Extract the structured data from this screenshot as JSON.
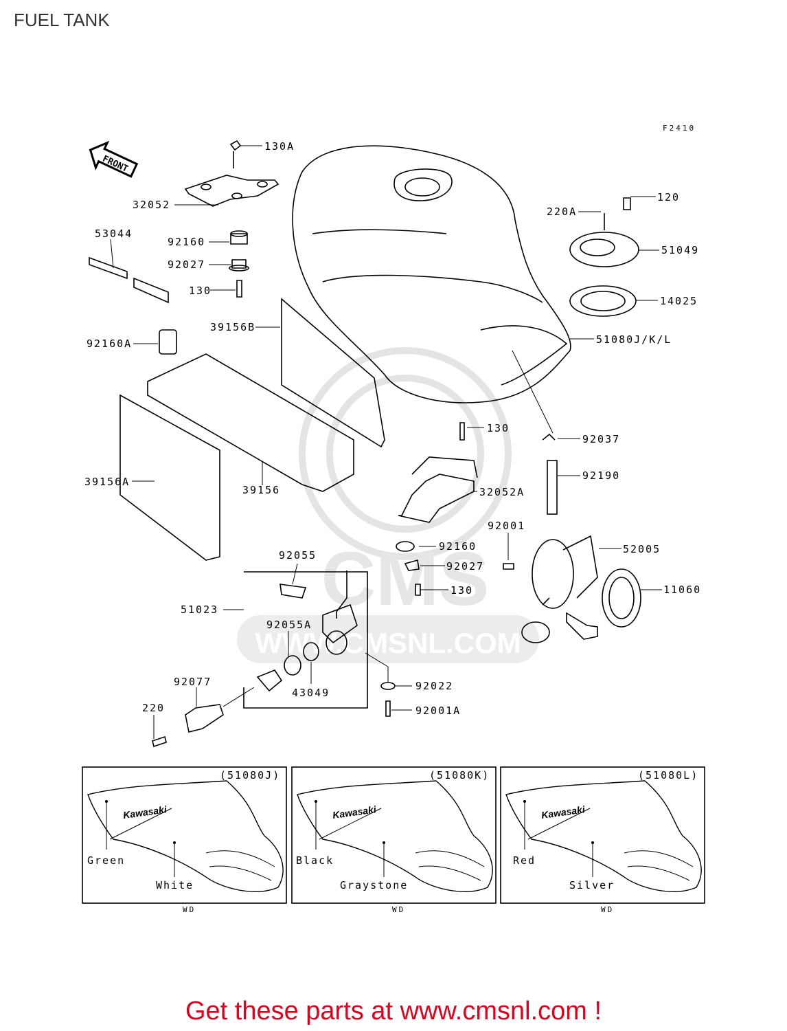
{
  "page": {
    "title": "FUEL TANK",
    "figure_code": "F2410",
    "front_label": "FRONT"
  },
  "parts": {
    "p130A": "130A",
    "p32052": "32052",
    "p53044": "53044",
    "p92160_top": "92160",
    "p92027_top": "92027",
    "p130_top": "130",
    "p39156B": "39156B",
    "p92160A": "92160A",
    "p39156A": "39156A",
    "p39156": "39156",
    "p120": "120",
    "p220A": "220A",
    "p51049": "51049",
    "p14025": "14025",
    "p51080": "51080J/K/L",
    "p130_mid": "130",
    "p92037": "92037",
    "p92190": "92190",
    "p32052A": "32052A",
    "p92001": "92001",
    "p52005": "52005",
    "p92160_mid": "92160",
    "p92027_mid": "92027",
    "p130_low": "130",
    "p11060": "11060",
    "p92055": "92055",
    "p51023": "51023",
    "p92055A": "92055A",
    "p43049": "43049",
    "p92077": "92077",
    "p220": "220",
    "p92022": "92022",
    "p92001A": "92001A"
  },
  "variants": [
    {
      "code": "(51080J)",
      "color_top": "Green",
      "color_bottom": "White",
      "note": "WD"
    },
    {
      "code": "(51080K)",
      "color_top": "Black",
      "color_bottom": "Graystone",
      "note": "WD"
    },
    {
      "code": "(51080L)",
      "color_top": "Red",
      "color_bottom": "Silver",
      "note": "WD"
    }
  ],
  "brand_text": "Kawasaki",
  "watermark": {
    "brand": "CMS",
    "url": "WWW.CMSNL.COM"
  },
  "footer": {
    "text": "Get these parts at www.cmsnl.com !"
  },
  "colors": {
    "footer_red": "#e3001b",
    "watermark_gray": "#e6e6e6"
  }
}
